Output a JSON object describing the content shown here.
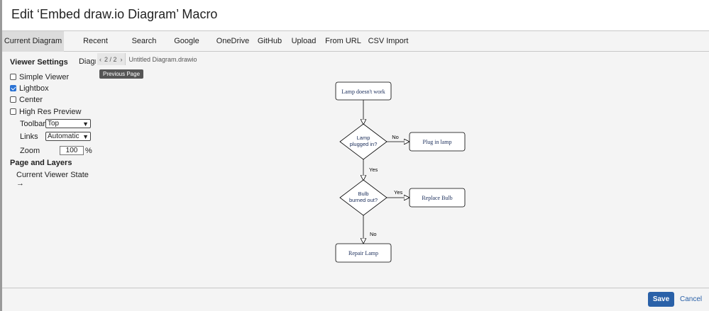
{
  "header": {
    "title": "Edit ‘Embed draw.io Diagram’ Macro"
  },
  "tabs": [
    {
      "label": "Current Diagram"
    },
    {
      "label": "Recent Diagrams"
    },
    {
      "label": "Search"
    },
    {
      "label": "Google Drive"
    },
    {
      "label": "OneDrive"
    },
    {
      "label": "GitHub"
    },
    {
      "label": "Upload"
    },
    {
      "label": "From URL"
    },
    {
      "label": "CSV Import"
    }
  ],
  "sidebar": {
    "viewer_settings_title": "Viewer Settings",
    "options": [
      {
        "label": "Simple Viewer",
        "checked": false
      },
      {
        "label": "Lightbox",
        "checked": true
      },
      {
        "label": "Center",
        "checked": false
      },
      {
        "label": "High Res Preview",
        "checked": false
      }
    ],
    "toolbar_label": "Toolbar",
    "toolbar_value": "Top",
    "links_label": "Links",
    "links_value": "Automatic",
    "zoom_label": "Zoom",
    "zoom_value": "100",
    "zoom_unit": "%",
    "page_layers_title": "Page and Layers",
    "current_state": "Current Viewer State →"
  },
  "viewer": {
    "page_indicator": "2 / 2",
    "filename": "Untitled Diagram.drawio",
    "tooltip": "Previous Page",
    "diagram": {
      "nodes": {
        "start": "Lamp doesn't work",
        "decision1_line1": "Lamp",
        "decision1_line2": "plugged in?",
        "plug": "Plug in lamp",
        "decision2_line1": "Bulb",
        "decision2_line2": "burned out?",
        "replace": "Replace Bulb",
        "repair": "Repair Lamp"
      },
      "edges": {
        "no1": "No",
        "yes1": "Yes",
        "yes2": "Yes",
        "no2": "No"
      }
    }
  },
  "footer": {
    "save": "Save",
    "cancel": "Cancel"
  }
}
